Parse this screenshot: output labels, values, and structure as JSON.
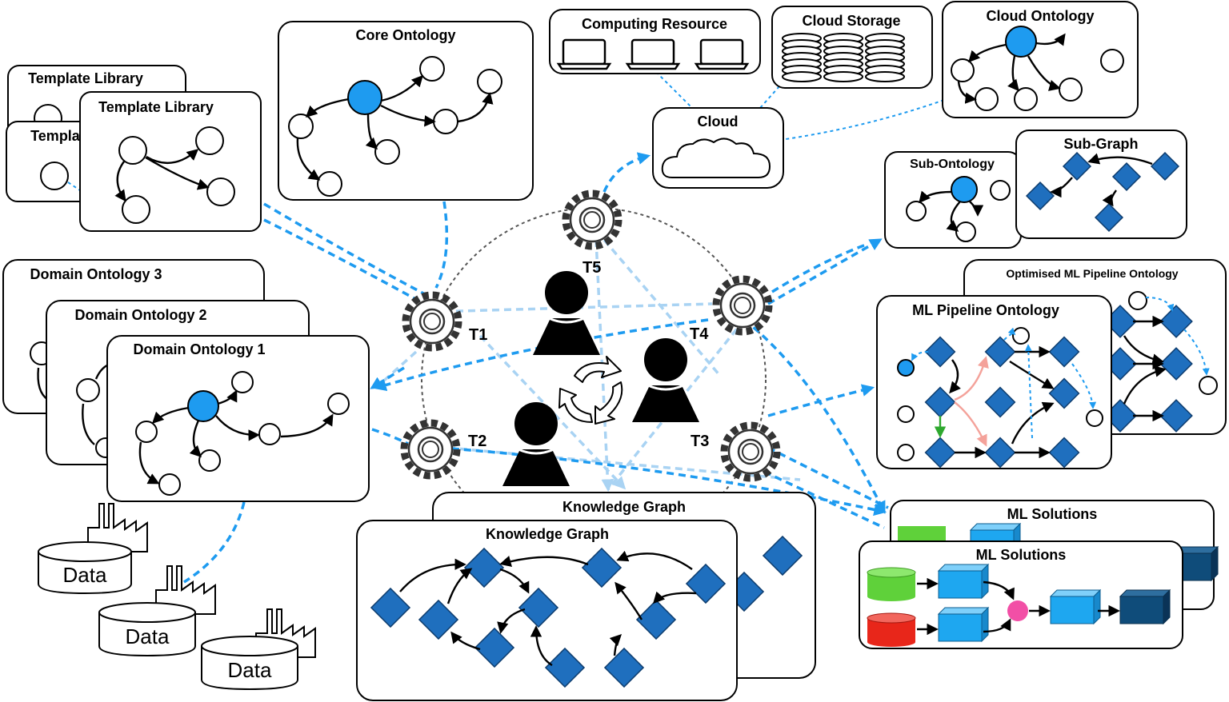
{
  "panels": {
    "template_library_back": "Template Library",
    "template_library_mid": "Template Library",
    "template_library_front": "Template Library",
    "core_ontology": "Core Ontology",
    "computing_resource": "Computing Resource",
    "cloud_storage": "Cloud Storage",
    "cloud_ontology": "Cloud Ontology",
    "cloud": "Cloud",
    "sub_ontology": "Sub-Ontology",
    "sub_graph": "Sub-Graph",
    "domain_ontology_3": "Domain Ontology 3",
    "domain_ontology_2": "Domain Ontology 2",
    "domain_ontology_1": "Domain Ontology 1",
    "optimised_ml_pipeline_ontology": "Optimised ML Pipeline Ontology",
    "ml_pipeline_ontology": "ML Pipeline Ontology",
    "knowledge_graph_back": "Knowledge Graph",
    "knowledge_graph_front": "Knowledge Graph",
    "ml_solutions_back": "ML Solutions",
    "ml_solutions_front": "ML Solutions"
  },
  "tasks": [
    "T1",
    "T2",
    "T3",
    "T4",
    "T5"
  ],
  "data_sources": [
    "Data",
    "Data",
    "Data"
  ],
  "colors": {
    "accent_blue": "#1e9bf0",
    "diamond_blue": "#1f6fbe",
    "cube_blue": "#1ea7f0",
    "cube_dark": "#0f4c7a",
    "db_green": "#5fd13a",
    "db_red": "#e8261a",
    "merge_pink": "#f24fa6"
  },
  "icons": [
    "gear-icon",
    "person-icon",
    "cycle-icon",
    "laptop-icon",
    "disk-stack-icon",
    "cloud-icon",
    "factory-icon",
    "database-icon"
  ]
}
